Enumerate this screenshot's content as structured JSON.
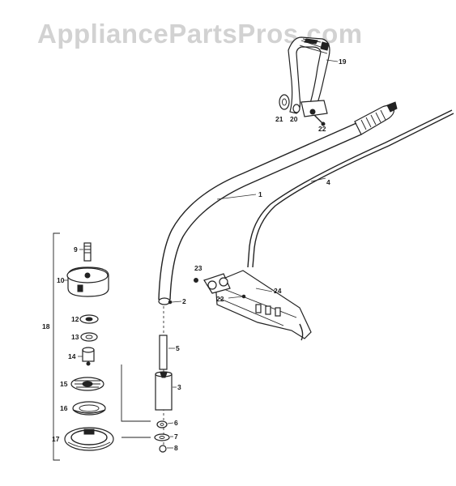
{
  "watermark": "AppliancePartsPros.com",
  "callouts": {
    "c1": "1",
    "c2": "2",
    "c3": "3",
    "c4": "4",
    "c5": "5",
    "c6": "6",
    "c7": "7",
    "c8": "8",
    "c9": "9",
    "c10": "10",
    "c12": "12",
    "c13": "13",
    "c14": "14",
    "c15": "15",
    "c16": "16",
    "c17": "17",
    "c18": "18",
    "c19": "19",
    "c20": "20",
    "c21": "21",
    "c22a": "22",
    "c22b": "22",
    "c23": "23",
    "c24": "24"
  }
}
